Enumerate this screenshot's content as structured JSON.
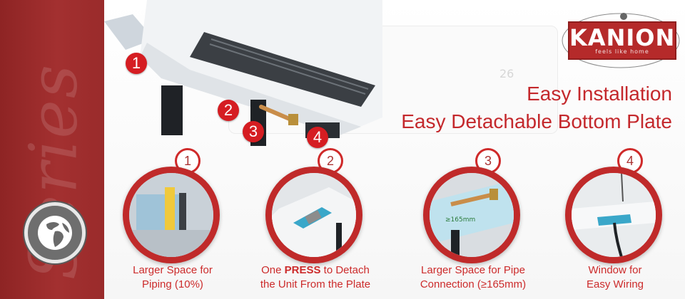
{
  "brand": {
    "name": "KANION",
    "tagline": "feels like home",
    "color_red": "#c4282c"
  },
  "side_band": {
    "text": "Series",
    "icon": "globe-icon"
  },
  "headline": {
    "line1": "Easy Installation",
    "line2": "Easy Detachable Bottom Plate"
  },
  "illustration": {
    "display_number": "26",
    "callouts": [
      "1",
      "2",
      "3",
      "4"
    ],
    "pipe_dimension": "≥165mm"
  },
  "features": [
    {
      "number": "1",
      "line1": "Larger Space for",
      "line2": "Piping (10%)"
    },
    {
      "number": "2",
      "line1_pre": "One ",
      "line1_bold": "PRESS",
      "line1_post": " to Detach",
      "line2": "the Unit From the Plate"
    },
    {
      "number": "3",
      "line1": "Larger Space for Pipe",
      "line2": "Connection (≥165mm)"
    },
    {
      "number": "4",
      "line1": "Window for",
      "line2": "Easy Wiring"
    }
  ]
}
